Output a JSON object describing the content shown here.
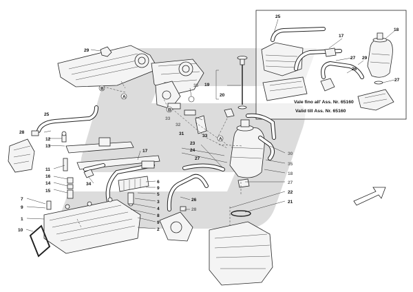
{
  "colors": {
    "background": "#ffffff",
    "line": "#222222",
    "watermark": "#d6d6d6",
    "label_dark": "#111111",
    "label_grey": "#6a6a6a"
  },
  "inset": {
    "note_it": "Vale fino all' Ass. Nr. 65160",
    "note_en": "Valid till Ass. Nr. 65160",
    "labels": [
      "25",
      "17",
      "18",
      "29",
      "27",
      "26",
      "27"
    ]
  },
  "labels": {
    "l29": "29",
    "lB1": "B",
    "lA1": "A",
    "l35a": "35",
    "lB2": "B",
    "l19": "19",
    "l20": "20",
    "l33a": "33",
    "l32": "32",
    "l31": "31",
    "l33b": "33",
    "lA2": "A",
    "l25": "25",
    "l28a": "28",
    "l12": "12",
    "l13": "13",
    "l17": "17",
    "l11": "11",
    "l16": "16",
    "l14": "14",
    "l15": "15",
    "l34": "34",
    "l7": "7",
    "l9a": "9",
    "l1": "1",
    "l10": "10",
    "l23": "23",
    "l24": "24",
    "l27a": "27",
    "l30": "30",
    "l35b": "35",
    "l18": "18",
    "l27b": "27",
    "l22": "22",
    "l21": "21",
    "l6": "6",
    "l9b": "9",
    "l5": "5",
    "l3": "3",
    "l4": "4",
    "l8": "8",
    "l9c": "9",
    "l2": "2",
    "l26": "26",
    "l28b": "28"
  }
}
